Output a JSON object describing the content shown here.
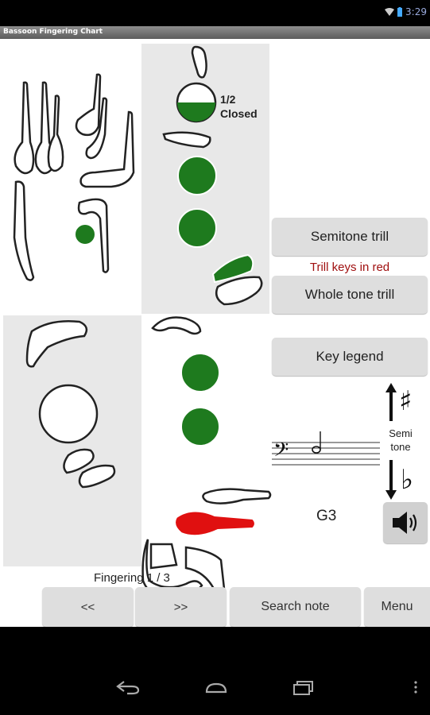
{
  "status": {
    "time": "3:29"
  },
  "app": {
    "title": "Bassoon Fingering Chart"
  },
  "half_hole": {
    "line1": "1/2",
    "line2": "Closed"
  },
  "buttons": {
    "semitone_trill": "Semitone trill",
    "whole_tone_trill": "Whole tone trill",
    "key_legend": "Key legend",
    "prev": "<<",
    "next": ">>",
    "search_note": "Search note",
    "menu": "Menu"
  },
  "trill_hint": "Trill keys in red",
  "semitone": {
    "sharp": "♯",
    "flat": "♭",
    "label_line1": "Semi",
    "label_line2": "tone"
  },
  "note_name": "G3",
  "fingering_indicator": "Fingering 1 / 3",
  "colors": {
    "closed_key": "#1e7a1e",
    "trill_key": "#e01010",
    "trill_hint": "#a01010",
    "panel": "#e8e8e8"
  },
  "icons": {
    "speaker": "speaker-icon",
    "wifi": "wifi-icon",
    "battery": "battery-icon",
    "back": "back-icon",
    "home": "home-icon",
    "recents": "recents-icon",
    "overflow": "overflow-menu-icon"
  }
}
